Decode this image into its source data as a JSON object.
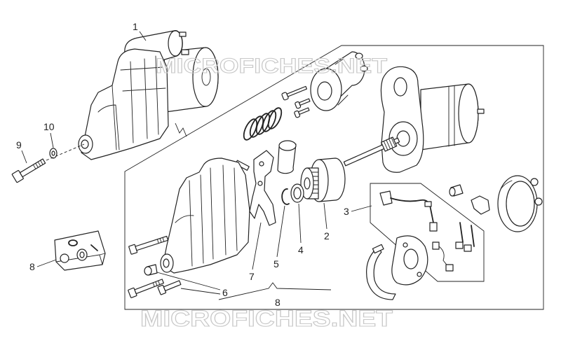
{
  "diagram": {
    "callouts": {
      "part_1": "1",
      "part_10": "10",
      "part_9": "9",
      "part_8_left": "8",
      "part_3": "3",
      "part_2": "2",
      "part_4": "4",
      "part_5": "5",
      "part_7": "7",
      "part_6": "6",
      "part_8_group": "8"
    },
    "watermark": "MICROFICHES.NET"
  },
  "colors": {
    "line": "#222222",
    "watermark": "#c8c8c8",
    "background": "#ffffff"
  }
}
